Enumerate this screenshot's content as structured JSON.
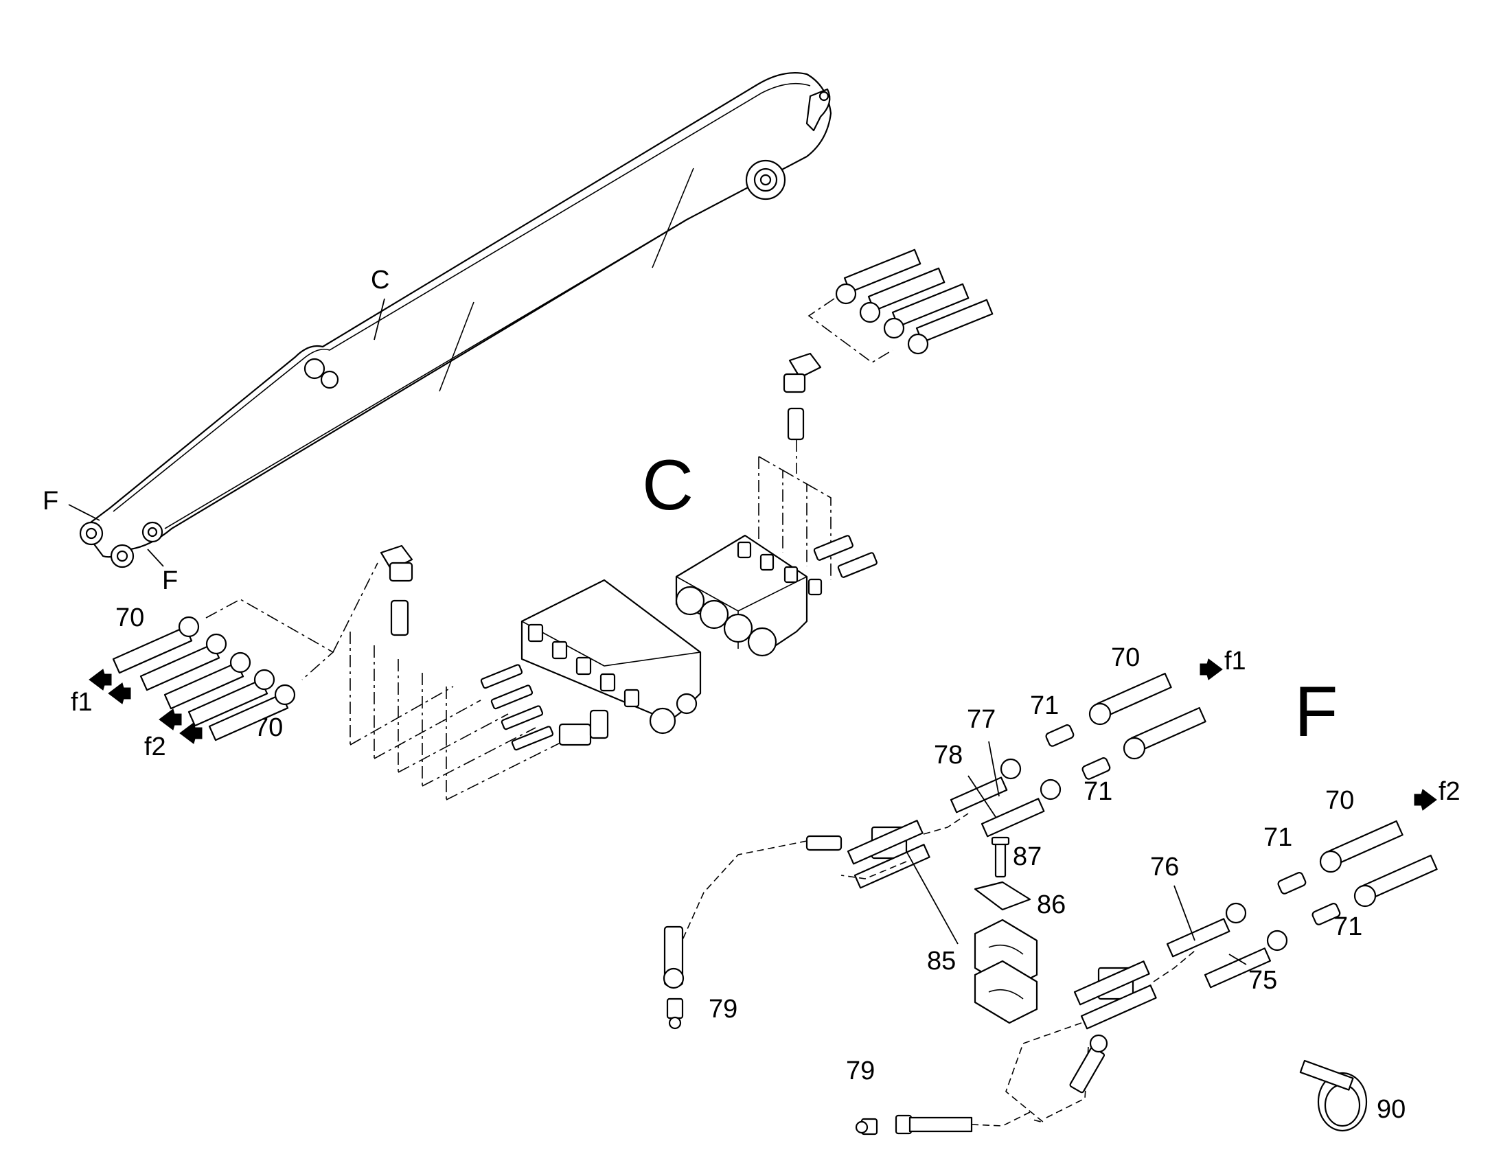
{
  "sections": {
    "c": "C",
    "f": "F"
  },
  "boom": {
    "label_c": "C",
    "label_f_top": "F",
    "label_f_bottom": "F"
  },
  "left": {
    "top_70": "70",
    "bottom_70": "70",
    "f1": "f1",
    "f2": "f2"
  },
  "f_upper": {
    "p70": "70",
    "f1": "f1",
    "p71_a": "71",
    "p71_b": "71",
    "p77": "77",
    "p78": "78"
  },
  "f_lower": {
    "p70": "70",
    "f2": "f2",
    "p71_a": "71",
    "p71_b": "71",
    "p76": "76",
    "p75": "75"
  },
  "clamp": {
    "p87": "87",
    "p86": "86",
    "p85": "85"
  },
  "misc": {
    "p79_left": "79",
    "p79_bottom": "79",
    "p90": "90"
  }
}
